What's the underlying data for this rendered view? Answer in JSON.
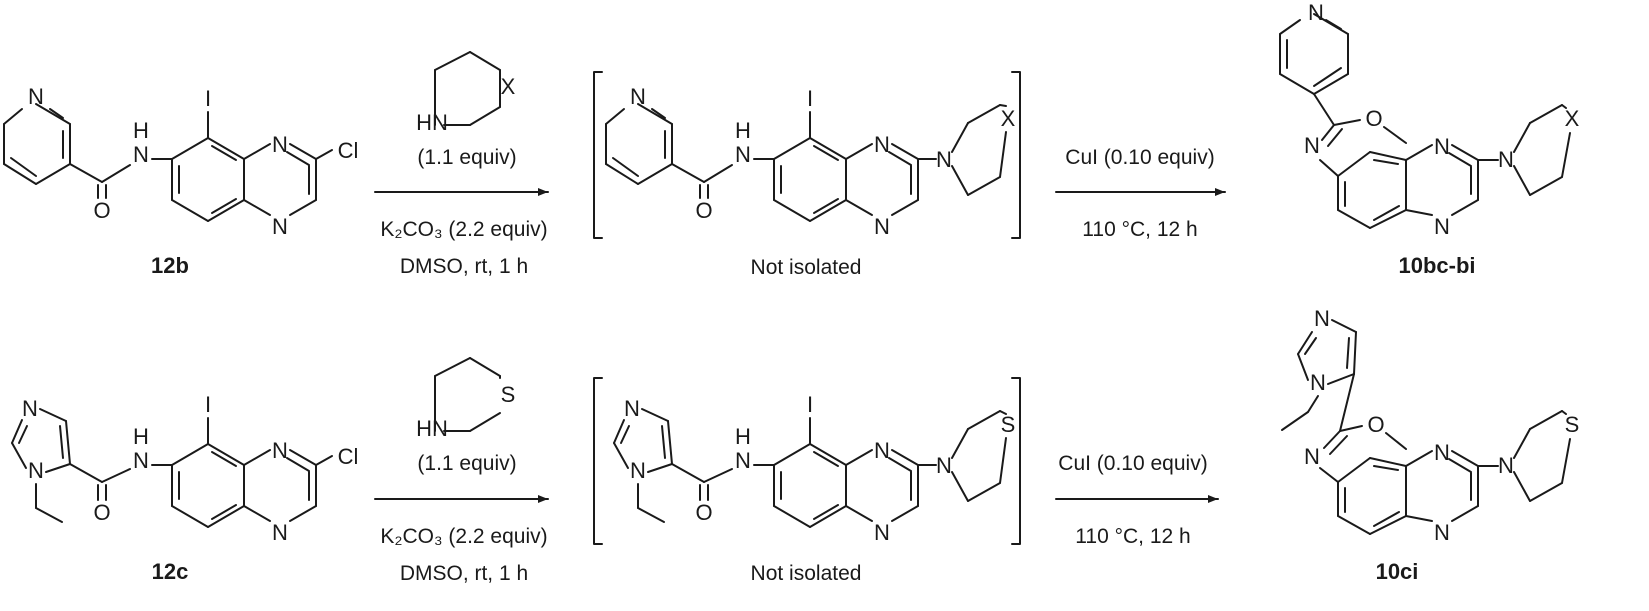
{
  "atoms": {
    "N": "N",
    "H": "H",
    "O": "O",
    "I": "I",
    "Cl": "Cl",
    "S": "S",
    "X": "X",
    "HN": "HN"
  },
  "row1": {
    "start_label": "12b",
    "step1": {
      "amine_equiv": "(1.1 equiv)",
      "base": "K₂CO₃ (2.2 equiv)",
      "conditions": "DMSO, rt, 1 h"
    },
    "intermediate_label": "Not isolated",
    "step2": {
      "catalyst": "CuI (0.10 equiv)",
      "conditions": "110 °C, 12 h"
    },
    "product_label": "10bc-bi"
  },
  "row2": {
    "start_label": "12c",
    "step1": {
      "amine_equiv": "(1.1 equiv)",
      "base": "K₂CO₃ (2.2 equiv)",
      "conditions": "DMSO, rt, 1 h"
    },
    "intermediate_label": "Not isolated",
    "step2": {
      "catalyst": "CuI (0.10 equiv)",
      "conditions": "110 °C, 12 h"
    },
    "product_label": "10ci"
  }
}
